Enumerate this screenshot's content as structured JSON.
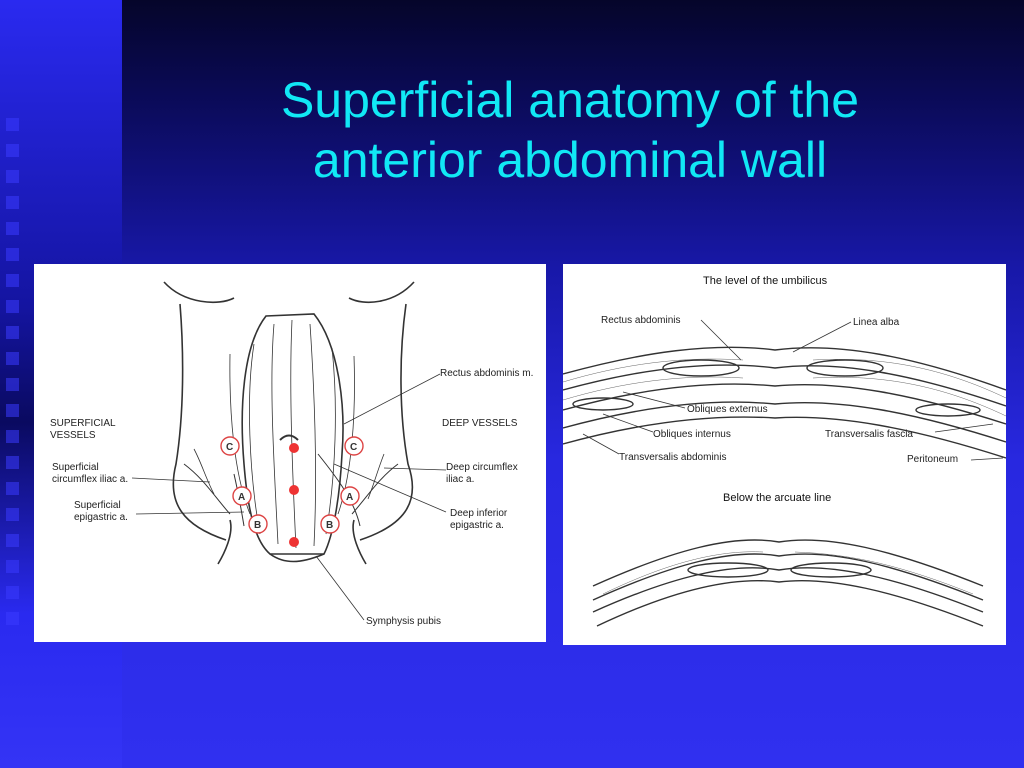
{
  "slide": {
    "title_line1": "Superficial anatomy of the",
    "title_line2": "anterior abdominal wall",
    "title_color": "#11e8f5",
    "background_color": "#2f2ff0"
  },
  "left_figure": {
    "labels": {
      "rectus": "Rectus abdominis m.",
      "superficial_vessels_1": "SUPERFICIAL",
      "superficial_vessels_2": "VESSELS",
      "deep_vessels": "DEEP VESSELS",
      "sup_circumflex_1": "Superficial",
      "sup_circumflex_2": "circumflex iliac a.",
      "deep_circumflex_1": "Deep circumflex",
      "deep_circumflex_2": "iliac a.",
      "sup_epigastric_1": "Superficial",
      "sup_epigastric_2": "epigastric a.",
      "deep_epigastric_1": "Deep inferior",
      "deep_epigastric_2": "epigastric a.",
      "symphysis": "Symphysis pubis"
    },
    "circle_markers": [
      "C",
      "C",
      "A",
      "A",
      "B",
      "B"
    ]
  },
  "right_figure": {
    "labels": {
      "level_umbilicus": "The level of the umbilicus",
      "rectus": "Rectus abdominis",
      "linea_alba": "Linea alba",
      "obliques_externus": "Obliques externus",
      "obliques_internus": "Obliques internus",
      "transversalis_fascia": "Transversalis fascia",
      "transversalis_abdominis": "Transversalis abdominis",
      "peritoneum": "Peritoneum",
      "below_arcuate": "Below the arcuate line"
    }
  }
}
